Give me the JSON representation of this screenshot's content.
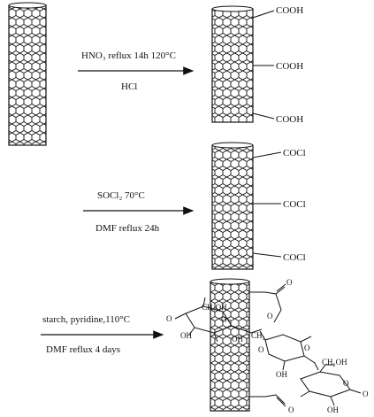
{
  "steps": [
    {
      "conditions_top": "HNO₃ reflux 14h  120°C",
      "conditions_bottom": "HCl",
      "product_groups": [
        "COOH",
        "COOH",
        "COOH"
      ]
    },
    {
      "conditions_top": "SOCl₂    70°C",
      "conditions_bottom": "DMF   reflux 24h",
      "product_groups": [
        "COCl",
        "COCl",
        "COCl"
      ]
    },
    {
      "conditions_top": "starch, pyridine,110°C",
      "conditions_bottom": "DMF  reflux 4 days",
      "product_fragments": [
        "O",
        "O",
        "O",
        "O",
        "OH",
        "CH₂OH",
        "CH₂",
        "OH",
        "CH₂OH",
        "O",
        "O",
        "OH",
        "OH",
        "O",
        "O",
        "O"
      ]
    }
  ]
}
